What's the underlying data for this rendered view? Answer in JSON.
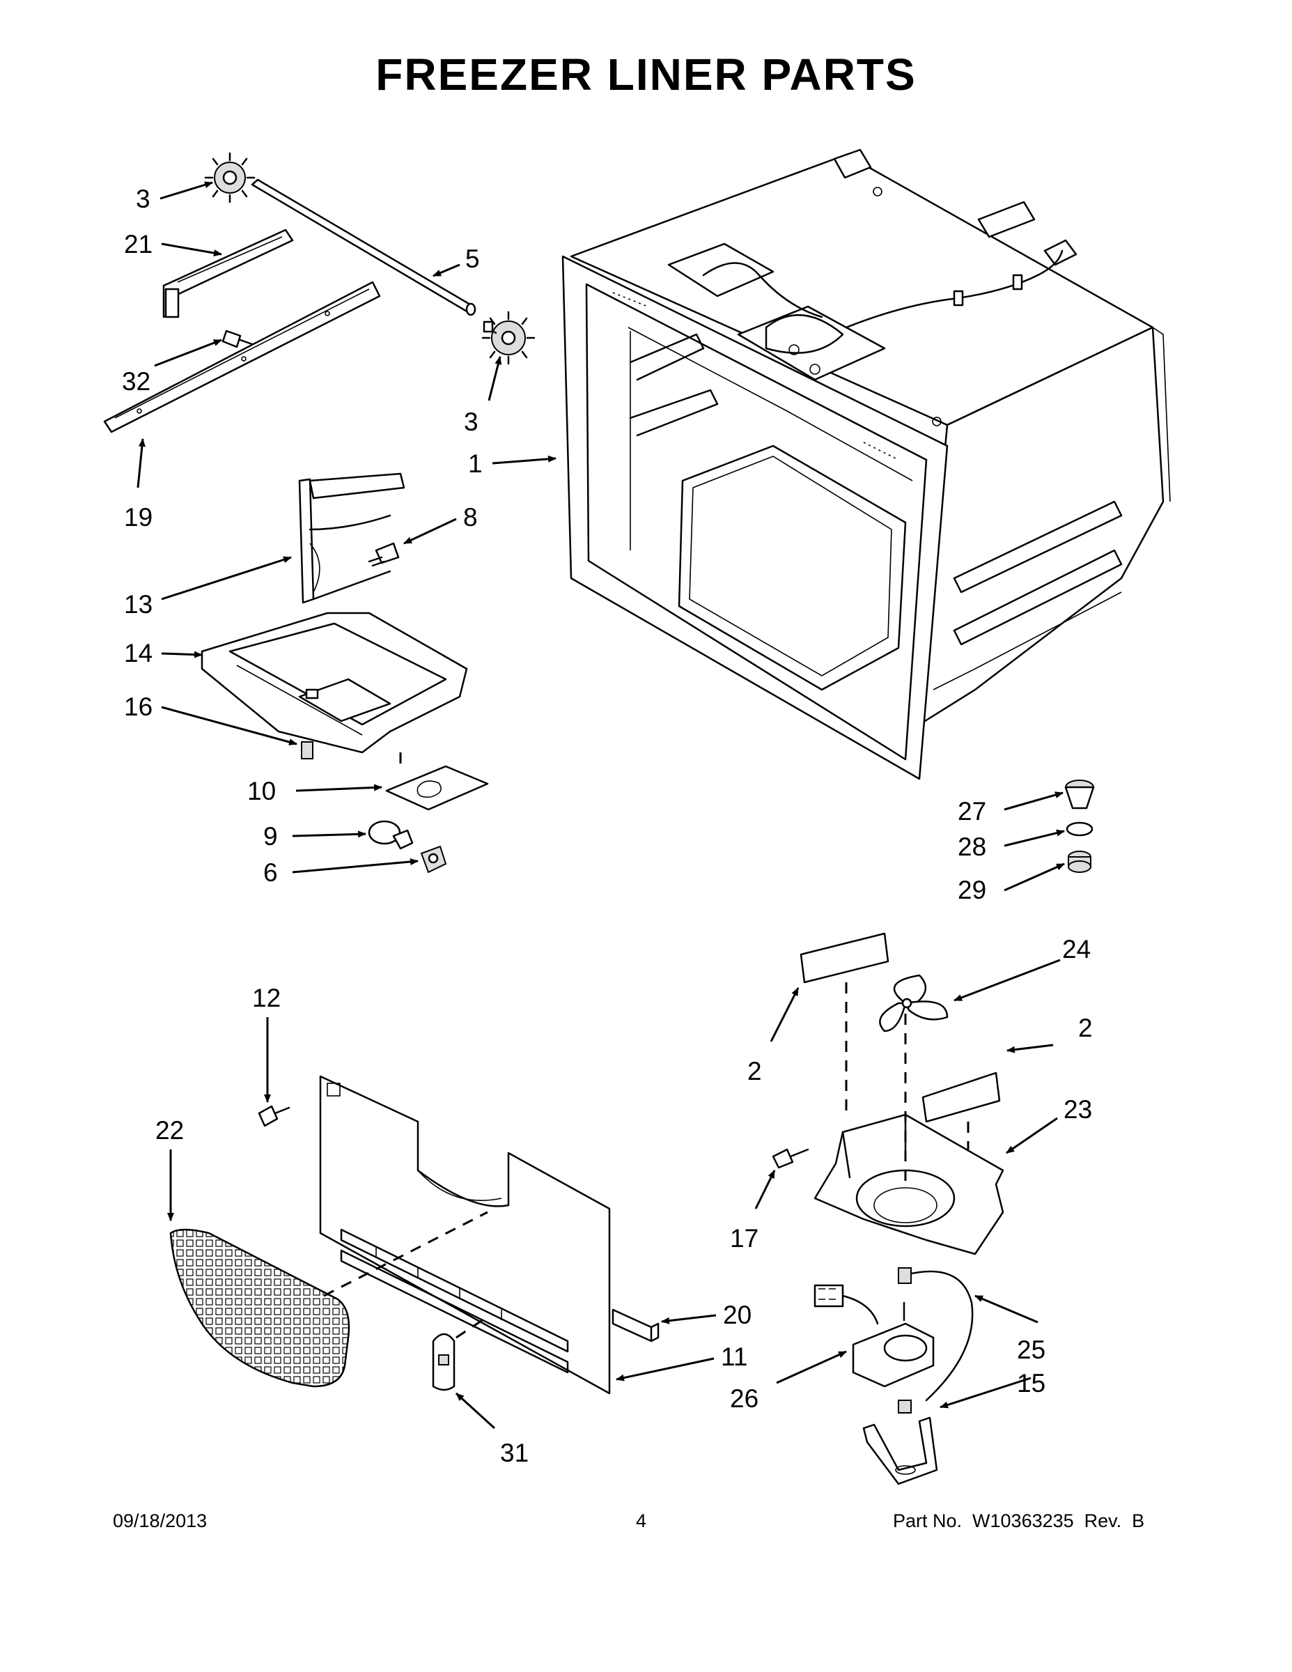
{
  "page": {
    "title": "FREEZER LINER PARTS",
    "footer": {
      "date": "09/18/2013",
      "page_number": "4",
      "part_number": "Part No.  W10363235  Rev.  B"
    }
  },
  "callouts": {
    "c1": "1",
    "c2a": "2",
    "c2b": "2",
    "c3a": "3",
    "c3b": "3",
    "c5": "5",
    "c6": "6",
    "c8": "8",
    "c9": "9",
    "c10": "10",
    "c11": "11",
    "c12": "12",
    "c13": "13",
    "c14": "14",
    "c15": "15",
    "c16": "16",
    "c17": "17",
    "c19": "19",
    "c20": "20",
    "c21": "21",
    "c22": "22",
    "c23": "23",
    "c24": "24",
    "c25": "25",
    "c26": "26",
    "c27": "27",
    "c28": "28",
    "c29": "29",
    "c31": "31",
    "c32": "32"
  }
}
